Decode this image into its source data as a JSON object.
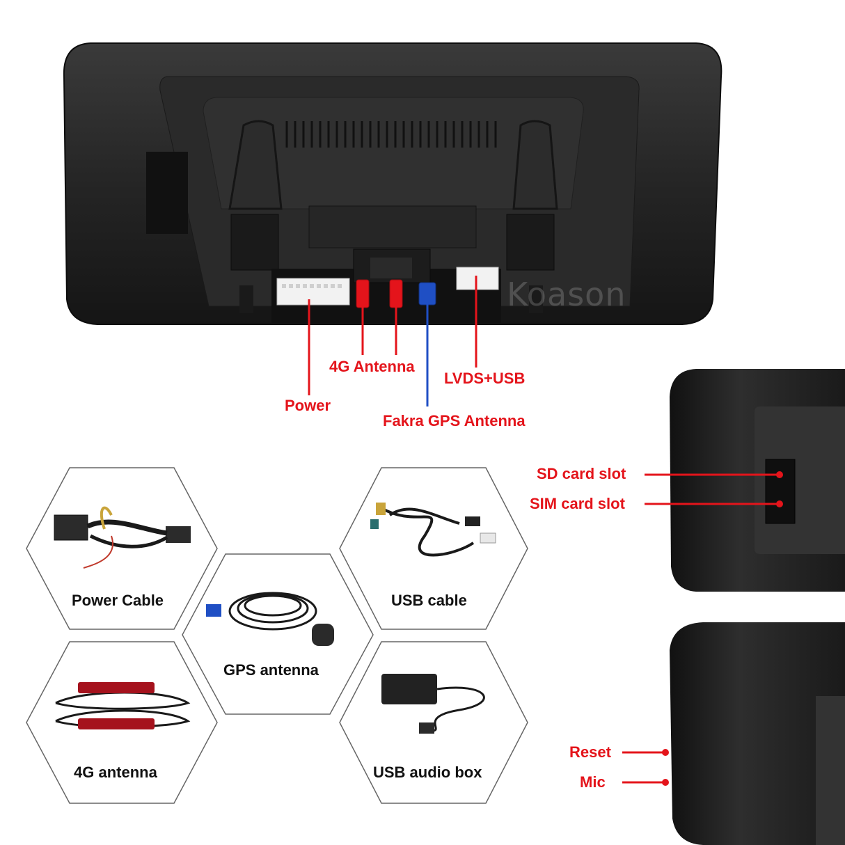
{
  "brand": {
    "watermark": "Koason"
  },
  "colors": {
    "label_red": "#e4141b",
    "gps_blue": "#1f4fc4",
    "device_dark": "#1e1e1e"
  },
  "ports": [
    {
      "label": "Power"
    },
    {
      "label": "4G Antenna"
    },
    {
      "label": "Fakra GPS Antenna"
    },
    {
      "label": "LVDS+USB"
    }
  ],
  "side_top": [
    {
      "label": "SD card slot"
    },
    {
      "label": "SIM card slot"
    }
  ],
  "side_bottom": [
    {
      "label": "Reset"
    },
    {
      "label": "Mic"
    }
  ],
  "accessories": [
    {
      "label": "Power Cable"
    },
    {
      "label": "USB cable"
    },
    {
      "label": "GPS antenna"
    },
    {
      "label": "4G antenna"
    },
    {
      "label": "USB audio box"
    }
  ]
}
